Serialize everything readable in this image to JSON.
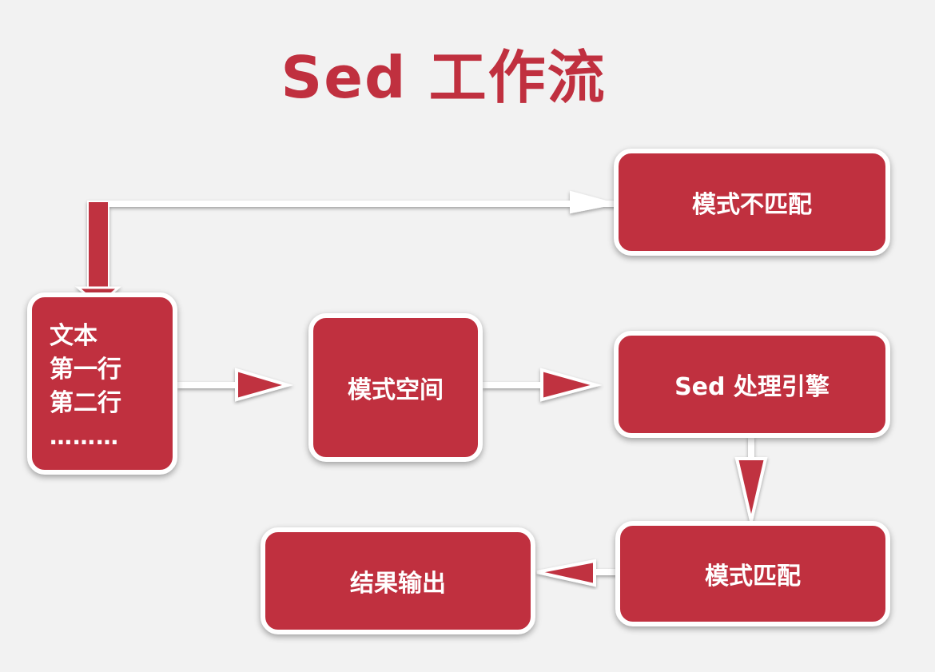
{
  "title": "Sed 工作流",
  "colors": {
    "accent": "#c0303f",
    "box_border": "#ffffff",
    "background": "#f2f2f2"
  },
  "nodes": {
    "text_input": {
      "lines": [
        "文本",
        "第一行",
        "第二行",
        "………"
      ]
    },
    "pattern_space": {
      "label": "模式空间"
    },
    "sed_engine": {
      "label": "Sed 处理引擎"
    },
    "pattern_match": {
      "label": "模式匹配"
    },
    "pattern_no_match": {
      "label": "模式不匹配"
    },
    "result_output": {
      "label": "结果输出"
    }
  }
}
